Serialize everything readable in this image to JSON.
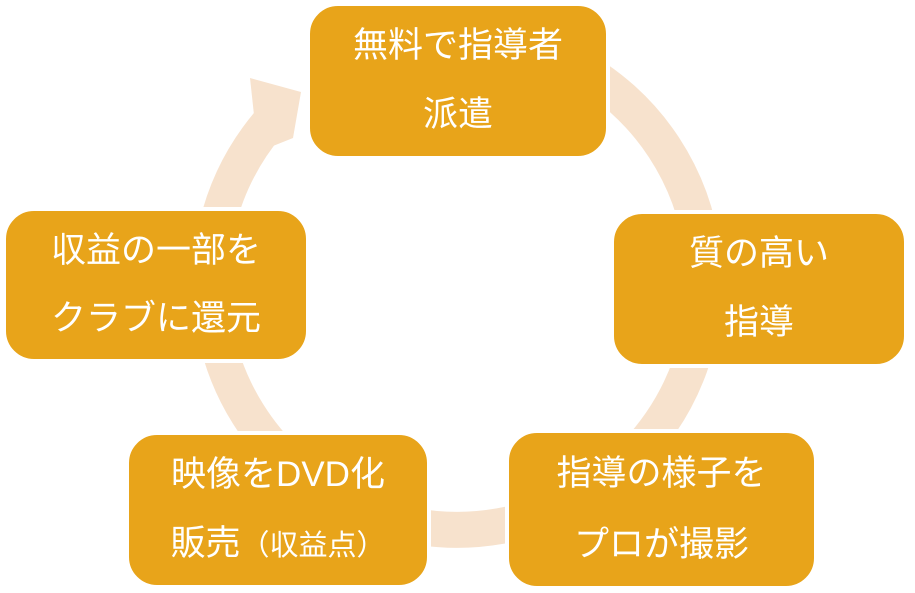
{
  "diagram": {
    "type": "cycle",
    "direction": "clockwise",
    "ring_color": "#F7E2CD",
    "box_color": "#E8A41A",
    "box_border_color": "#FFFFFF",
    "text_color": "#FFFFFF",
    "background_color": "#FFFFFF",
    "boxes": [
      {
        "position": "top",
        "line1": "無料で指導者",
        "line2": "派遣"
      },
      {
        "position": "right",
        "line1": "質の高い",
        "line2": "指導"
      },
      {
        "position": "bottom-right",
        "line1": "指導の様子を",
        "line2": "プロが撮影"
      },
      {
        "position": "bottom-left",
        "line1": "映像をDVD化",
        "line2": "販売",
        "line2_paren": "（収益点）"
      },
      {
        "position": "left",
        "line1": "収益の一部を",
        "line2": "クラブに還元"
      }
    ]
  }
}
